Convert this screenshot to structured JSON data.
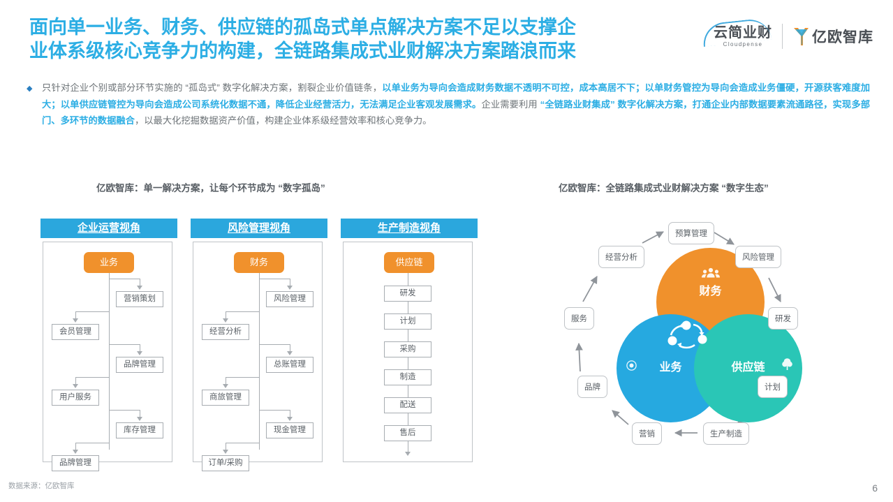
{
  "header": {
    "title_lines": [
      "面向单一业务、财务、供应链的孤岛式单点解决方案不足以支撑企",
      "业体系级核心竞争力的构建，全链路集成式业财解决方案踏浪而来"
    ],
    "title_color": "#2CAEE4",
    "logo_primary_cn": "云简业财",
    "logo_primary_en": "Cloudpense",
    "logo_secondary_cn": "亿欧智库"
  },
  "intro": {
    "bullet": "◆",
    "segments": [
      {
        "text": "只针对企业个别或部分环节实施的 “孤岛式” 数字化解决方案，割裂企业价值链条，",
        "emph": false
      },
      {
        "text": "以单业务为导向会造成财务数据不透明不可控，成本高居不下；以单财务管控为导向会造成业务僵硬，开源获客难度加大；以单供应链管控为导向会造成公司系统化数据不通，降低企业经营活力，无法满足企业客观发展需求。",
        "emph": true
      },
      {
        "text": "企业需要利用 ",
        "emph": false
      },
      {
        "text": "“全链路业财集成” 数字化解决方案，打通企业内部数据要素流通路径，实现多部门、多环节的数据融合",
        "emph": true
      },
      {
        "text": "，以最大化挖掘数据资产价值，构建企业体系级经营效率和核心竞争力。",
        "emph": false
      }
    ]
  },
  "captions": {
    "left": "亿欧智库：单一解决方案，让每个环节成为 “数字孤岛”",
    "right": "亿欧智库：全链路集成式业财解决方案 “数字生态”"
  },
  "panels": [
    {
      "title": "企业运营视角",
      "head": "业务",
      "right_nodes": [
        "营销策划",
        "品牌管理",
        "库存管理"
      ],
      "left_nodes": [
        "会员管理",
        "用户服务",
        "品牌管理"
      ],
      "layout": "zigzag"
    },
    {
      "title": "风险管理视角",
      "head": "财务",
      "right_nodes": [
        "风险管理",
        "总账管理",
        "现金管理"
      ],
      "left_nodes": [
        "经营分析",
        "商旅管理",
        "订单/采购"
      ],
      "layout": "zigzag"
    },
    {
      "title": "生产制造视角",
      "head": "供应链",
      "chain_nodes": [
        "研发",
        "计划",
        "采购",
        "制造",
        "配送",
        "售后"
      ],
      "layout": "chain"
    }
  ],
  "ecosystem": {
    "circles": [
      {
        "label": "财务",
        "color": "#F0912C",
        "icon": "people-icon"
      },
      {
        "label": "业务",
        "color": "#26A9E0",
        "icon": "target-icon"
      },
      {
        "label": "供应链",
        "color": "#2AC6B6",
        "icon": "tree-icon"
      }
    ],
    "ring_nodes": [
      "预算管理",
      "风险管理",
      "研发",
      "计划",
      "生产制造",
      "营销",
      "品牌",
      "服务",
      "经营分析"
    ]
  },
  "footer": {
    "source": "数据来源：亿欧智库",
    "page_number": "6"
  }
}
